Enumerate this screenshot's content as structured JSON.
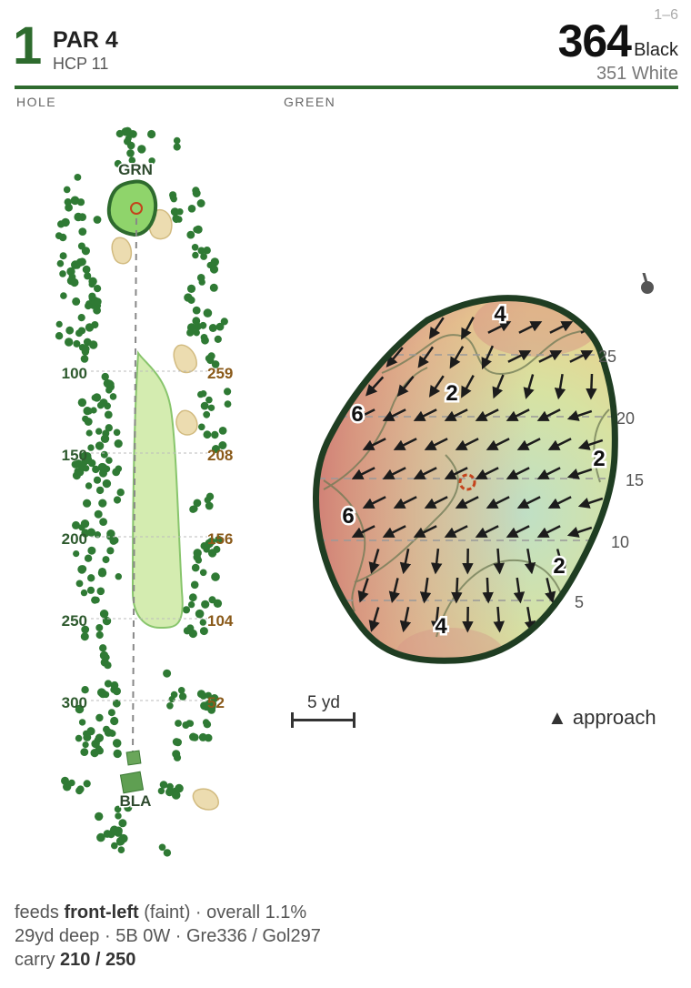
{
  "header": {
    "hole_number": "1",
    "par": "PAR 4",
    "handicap": "HCP 11",
    "hole_range": "1–6",
    "yardage": "364",
    "tee_name": "Black",
    "alt_tee": "351 White"
  },
  "sections": {
    "hole": "HOLE",
    "green": "GREEN"
  },
  "hole_map": {
    "green_label": "GRN",
    "tee_label": "BLA",
    "distances": [
      {
        "left": "100",
        "right": "259"
      },
      {
        "left": "150",
        "right": "208"
      },
      {
        "left": "200",
        "right": "156"
      },
      {
        "left": "250",
        "right": "104"
      },
      {
        "left": "300",
        "right": "52"
      }
    ]
  },
  "green_map": {
    "depth_labels": [
      "25",
      "20",
      "15",
      "10",
      "5"
    ],
    "slope_labels": [
      "4",
      "2",
      "6",
      "2",
      "6",
      "2",
      "4"
    ],
    "scale_label": "5 yd",
    "legend": "▲ approach"
  },
  "footer": {
    "line1_prefix": "feeds ",
    "line1_bold": "front-left",
    "line1_suffix": " (faint) · overall 1.1%",
    "line2": "29yd deep · 5B 0W · Gre336 / Gol297",
    "line3_prefix": "carry ",
    "line3_bold": "210 / 250"
  },
  "colors": {
    "brand_green": "#2e6b2e",
    "fairway": "#d4ecb0",
    "green": "#7cc95a",
    "bunker": "#ecdcb0",
    "tree": "#2f7a34",
    "distance_right": "#8a5a1a"
  }
}
